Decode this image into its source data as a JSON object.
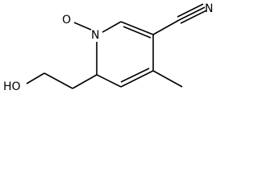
{
  "molecule": {
    "atoms": {
      "n_label": "N",
      "o_label": "O",
      "cn_n_label": "N",
      "ho_label": "HO"
    }
  }
}
